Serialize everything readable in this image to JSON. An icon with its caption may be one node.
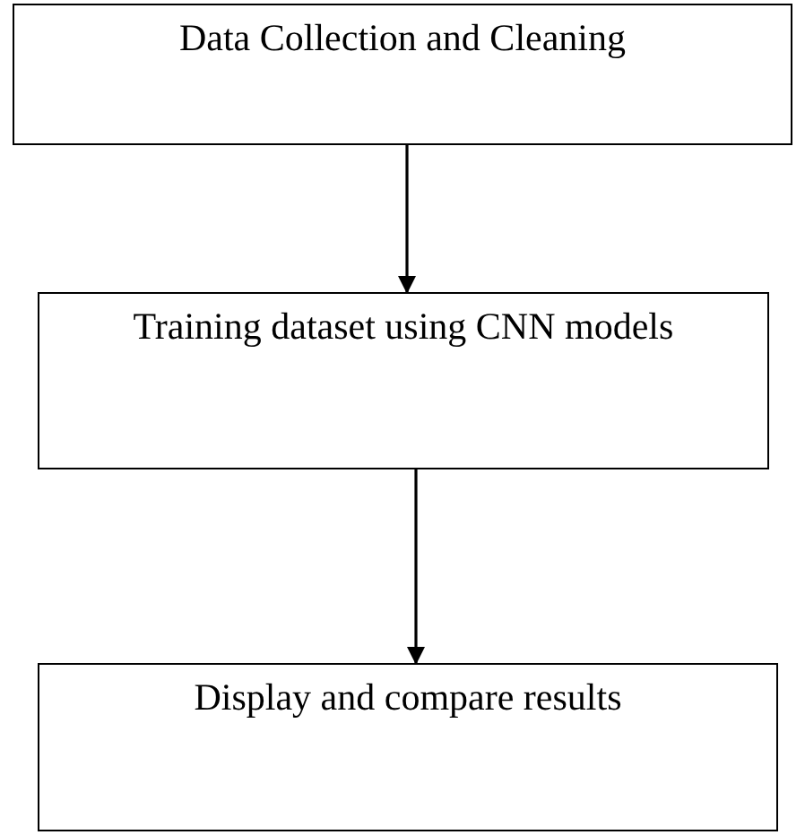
{
  "diagram": {
    "nodes": [
      {
        "text": [
          "Data Collection and Cleaning"
        ]
      },
      {
        "text": [
          "Training dataset using CNN models"
        ]
      },
      {
        "text": [
          "Display and compare results"
        ]
      }
    ],
    "edges": [
      {
        "from": 0,
        "to": 1,
        "arrow": "to"
      },
      {
        "from": 1,
        "to": 2,
        "arrow": "to"
      }
    ]
  }
}
